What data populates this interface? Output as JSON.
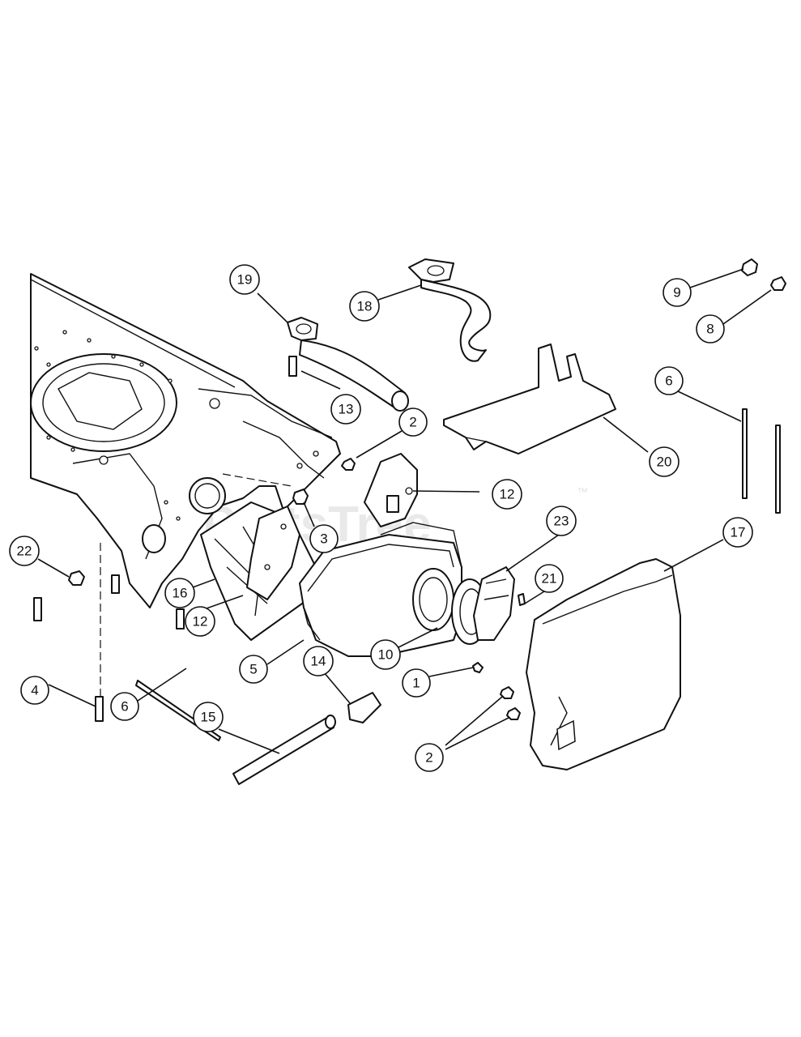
{
  "watermark": {
    "text": "PartsTree",
    "trademark": "™"
  },
  "callouts": [
    {
      "id": "c19",
      "label": "19"
    },
    {
      "id": "c18",
      "label": "18"
    },
    {
      "id": "c9",
      "label": "9"
    },
    {
      "id": "c8",
      "label": "8"
    },
    {
      "id": "c13",
      "label": "13"
    },
    {
      "id": "c2a",
      "label": "2"
    },
    {
      "id": "c6a",
      "label": "6"
    },
    {
      "id": "c20",
      "label": "20"
    },
    {
      "id": "c12a",
      "label": "12"
    },
    {
      "id": "c23",
      "label": "23"
    },
    {
      "id": "c17",
      "label": "17"
    },
    {
      "id": "c3",
      "label": "3"
    },
    {
      "id": "c22",
      "label": "22"
    },
    {
      "id": "c16",
      "label": "16"
    },
    {
      "id": "c21",
      "label": "21"
    },
    {
      "id": "c12b",
      "label": "12"
    },
    {
      "id": "c5",
      "label": "5"
    },
    {
      "id": "c10",
      "label": "10"
    },
    {
      "id": "c14",
      "label": "14"
    },
    {
      "id": "c1",
      "label": "1"
    },
    {
      "id": "c4",
      "label": "4"
    },
    {
      "id": "c6b",
      "label": "6"
    },
    {
      "id": "c15",
      "label": "15"
    },
    {
      "id": "c2b",
      "label": "2"
    }
  ]
}
